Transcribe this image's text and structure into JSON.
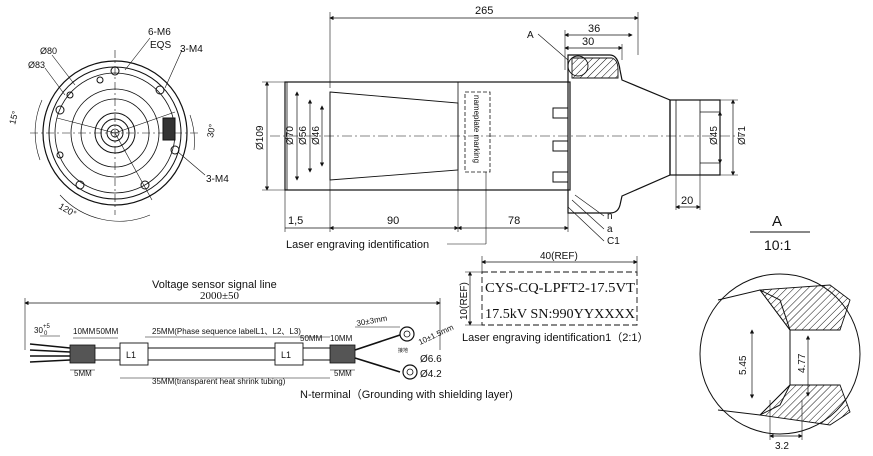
{
  "left_view": {
    "thread_callout": "6-M6",
    "eqs": "EQS",
    "hole_3m4_top": "3-M4",
    "hole_3m4_bottom": "3-M4",
    "dia80": "Ø80",
    "dia83": "Ø83",
    "angle15": "15°",
    "angle30": "30°",
    "angle120": "120°"
  },
  "main_view": {
    "overall_length": "265",
    "dim36": "36",
    "dim30": "30",
    "detail_label": "A",
    "dia109": "Ø109",
    "dia70": "Ø70",
    "dia56": "Ø56",
    "dia46": "Ø46",
    "dia45": "Ø45",
    "dia71": "Ø71",
    "dim1_5": "1,5",
    "dim90": "90",
    "dim78": "78",
    "dim20": "20",
    "leader_n": "n",
    "leader_a": "a",
    "leader_c1": "C1",
    "nameplate": "nameplate marking",
    "laser_id": "Laser engraving identification"
  },
  "detail_a": {
    "title": "A",
    "scale": "10:1",
    "dim545": "5.45",
    "dim477": "4.77",
    "dim32": "3.2"
  },
  "engraving": {
    "width": "40(REF)",
    "height": "10(REF)",
    "line1": "CYS-CQ-LPFT2-17.5VT",
    "line2": "17.5kV SN:990YYXXXX",
    "caption": "Laser engraving identification1（2:1）"
  },
  "cable": {
    "title": "Voltage sensor signal line",
    "length": "2000±50",
    "dim30": "30",
    "dim30_tol": "+5",
    "dim30_tol2": "0",
    "dim10mm": "10MM",
    "dim50mm": "50MM",
    "phase_label": "25MM(Phase sequence labelL1、L2、L3)",
    "dim30x3": "30±3mm",
    "dim50mm_r": "50MM",
    "dim10mm_r": "10MM",
    "dim10_15": "10±1.5mm",
    "dia66": "Ø6.6",
    "dia42": "Ø4.2",
    "dim5mm_l": "5MM",
    "dim5mm_r": "5MM",
    "shrink": "35MM(transparent heat shrink tubing)",
    "tag_l1a": "L1",
    "tag_l1b": "L1",
    "small_note": "接地",
    "n_terminal": "N-terminal（Grounding with shielding layer)"
  }
}
